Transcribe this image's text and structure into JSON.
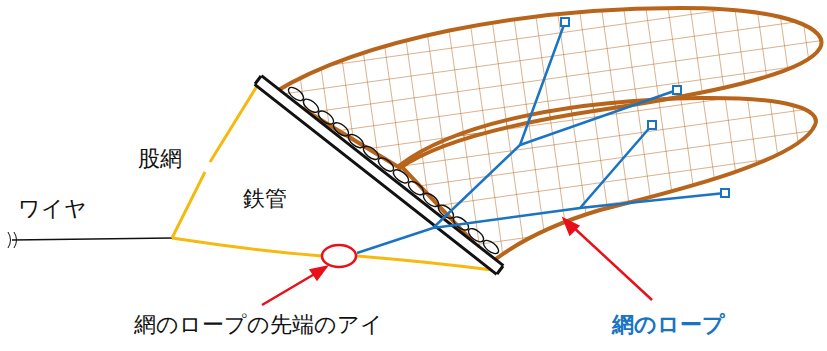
{
  "diagram": {
    "labels": [
      "股網",
      "ワイヤ",
      "鉄管",
      "網のロープの先端のアイ",
      "網のロープ"
    ]
  }
}
